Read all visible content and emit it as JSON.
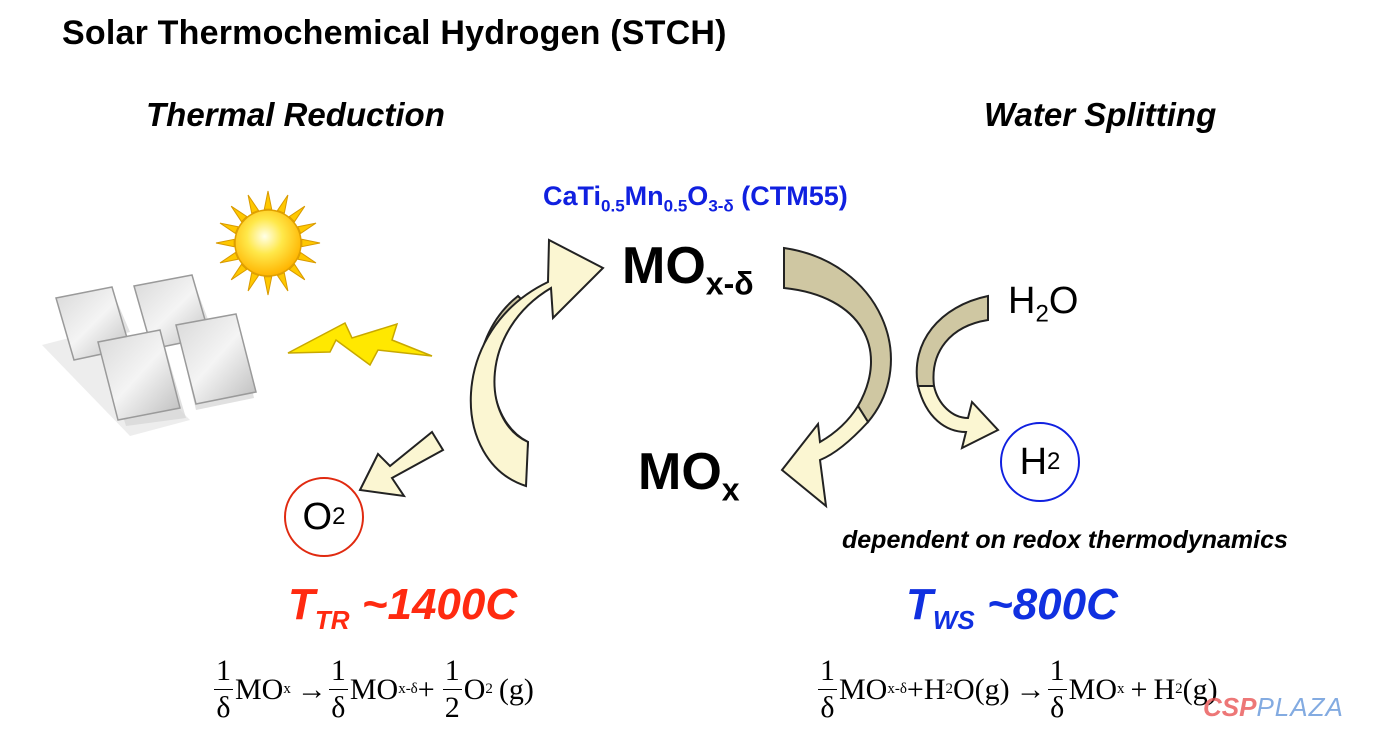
{
  "title": "Solar Thermochemical Hydrogen (STCH)",
  "sections": {
    "left": "Thermal Reduction",
    "right": "Water Splitting"
  },
  "material": {
    "prefix": "CaTi",
    "ti_sub": "0.5",
    "mn": "Mn",
    "mn_sub": "0.5",
    "o": "O",
    "o_sub": "3-δ",
    "suffix": " (CTM55)"
  },
  "states": {
    "reduced_base": "MO",
    "reduced_sub": "x-δ",
    "oxidized_base": "MO",
    "oxidized_sub": "x"
  },
  "species": {
    "water_h": "H",
    "water_sub": "2",
    "water_o": "O",
    "hydrogen_base": "H",
    "hydrogen_sub": "2",
    "oxygen_base": "O",
    "oxygen_sub": "2"
  },
  "note": "dependent on redox thermodynamics",
  "temperatures": {
    "tr_symbol": "T",
    "tr_sub": "TR",
    "tr_value": " ~1400C",
    "ws_symbol": "T",
    "ws_sub": "WS",
    "ws_value": " ~800C"
  },
  "equations": {
    "left": {
      "frac_num": "1",
      "frac_den": "δ",
      "reactant": "MO",
      "reactant_sub": "x",
      "arrow": "→",
      "frac2_num": "1",
      "frac2_den": "δ",
      "product1": "MO",
      "product1_sub": "x-δ",
      "plus": "+",
      "frac3_num": "1",
      "frac3_den": "2",
      "product2": "O",
      "product2_sub": "2",
      "product2_state": "(g)"
    },
    "right": {
      "frac_num": "1",
      "frac_den": "δ",
      "reactant1": "MO",
      "reactant1_sub": "x-δ",
      "plus1": "+",
      "reactant2": "H",
      "reactant2_sub": "2",
      "reactant2_rest": "O(g)",
      "arrow": "→",
      "frac2_num": "1",
      "frac2_den": "δ",
      "product1": "MO",
      "product1_sub": "x",
      "plus2": "+",
      "product2": "H",
      "product2_sub": "2",
      "product2_state": "(g)"
    }
  },
  "watermark": {
    "part1": "CSP",
    "part2": "PLAZA"
  },
  "colors": {
    "material_blue": "#1020e0",
    "tr_red": "#ff2a10",
    "ws_blue": "#1030e0",
    "arrow_fill": "#fbf6d2",
    "arrow_inner": "#cfc7a2",
    "bolt_yellow": "#ffe800",
    "sun_yellow": "#ffd21a"
  },
  "icons": [
    "sun-icon",
    "solar-panels-icon",
    "lightning-bolt-icon",
    "cycle-arrow-icon"
  ]
}
